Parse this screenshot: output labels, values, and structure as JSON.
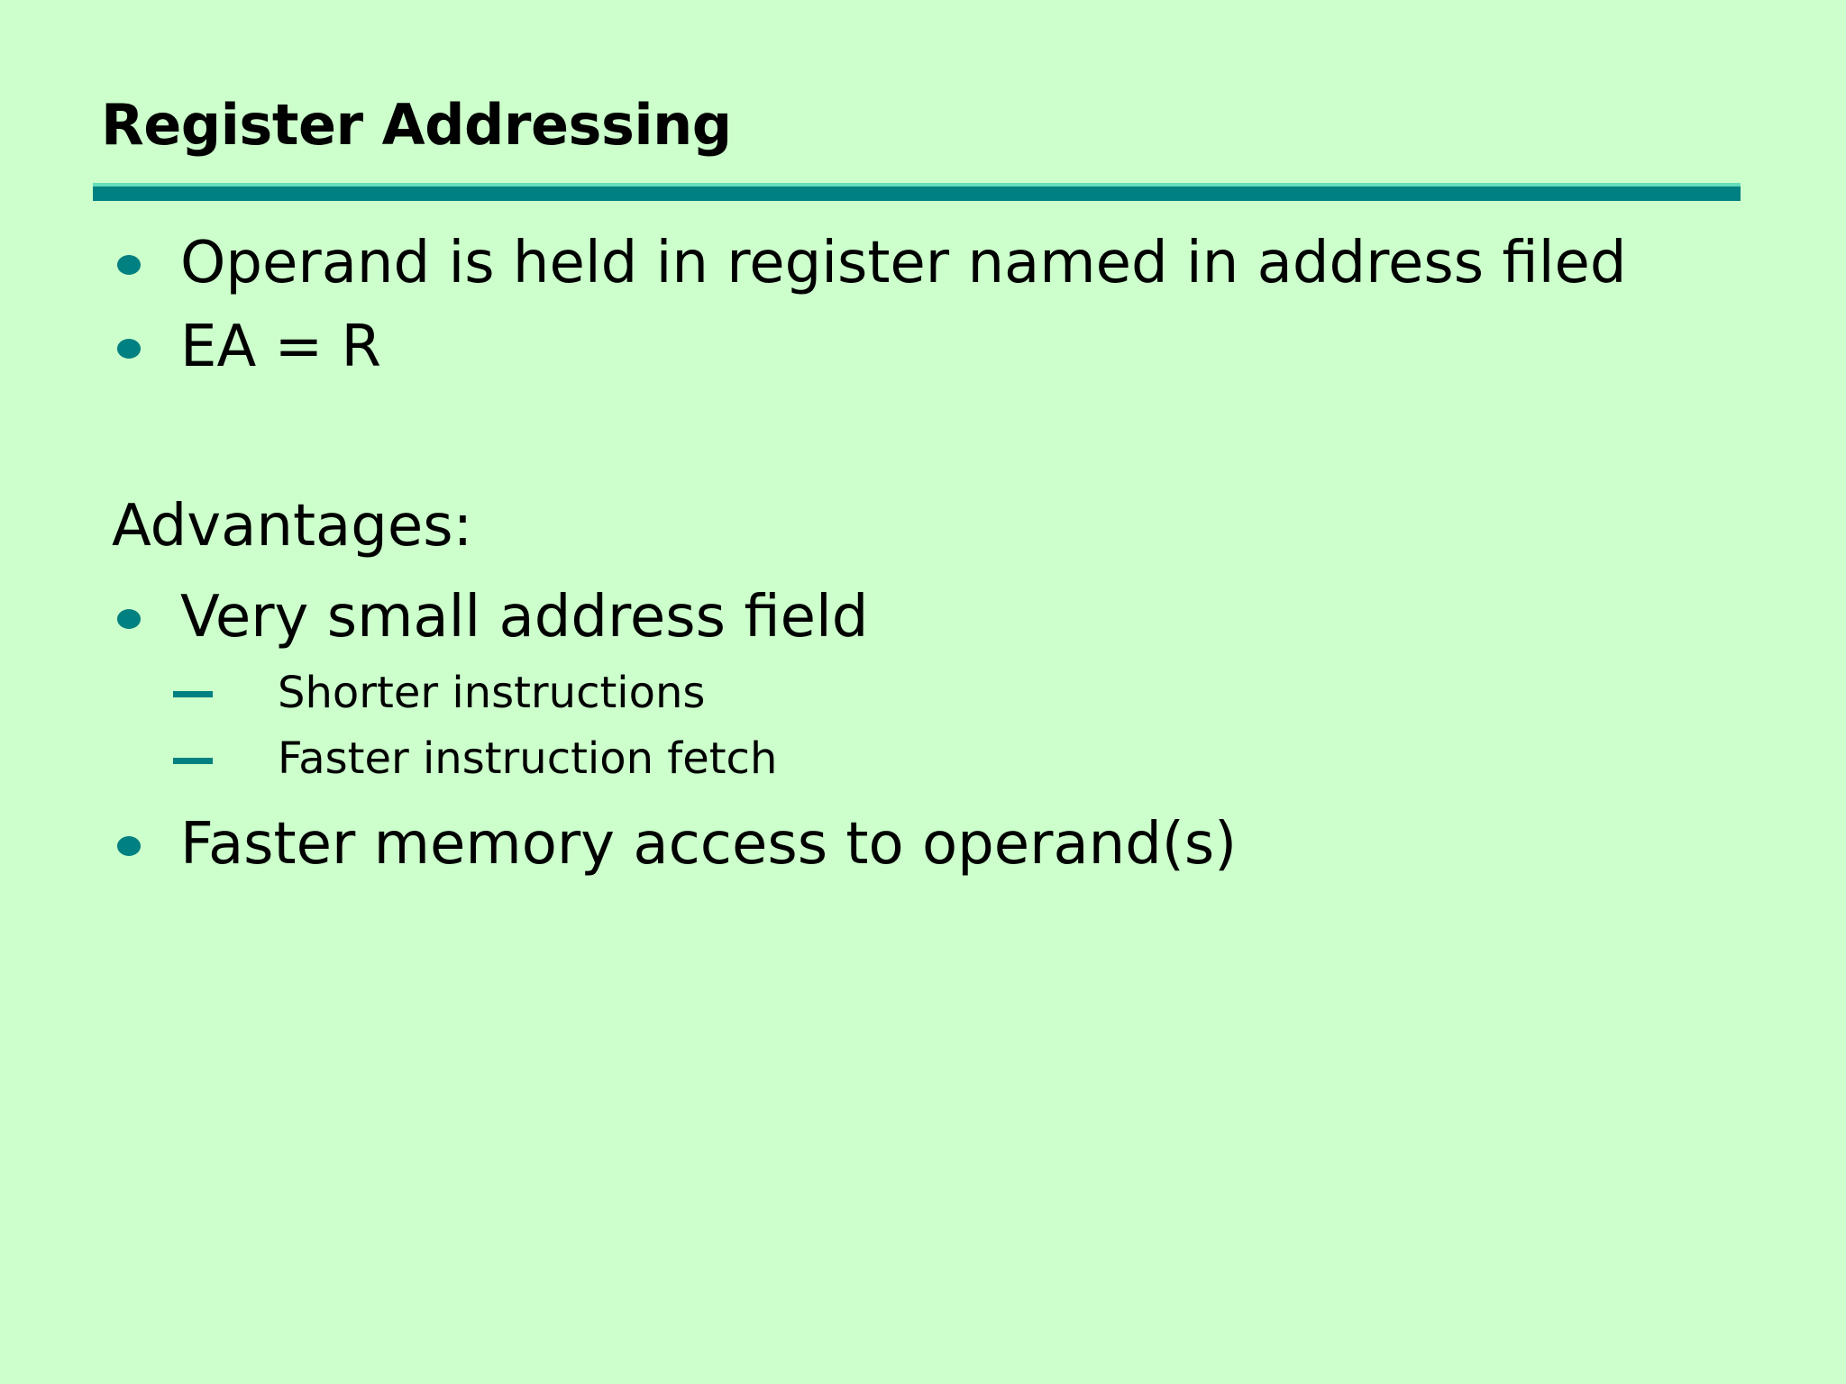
{
  "slide": {
    "title": "Register Addressing",
    "background_color": "#ccffcc",
    "accent_color": "#008080",
    "text_color": "#000000",
    "rule_highlight_color": "#66ddbb"
  },
  "content": {
    "items": [
      {
        "level": 1,
        "marker": "bullet",
        "text": "Operand is held in register named in address filed"
      },
      {
        "level": 1,
        "marker": "bullet",
        "text": "EA = R"
      },
      {
        "level": 0,
        "marker": "none",
        "text": "Advantages:"
      },
      {
        "level": 1,
        "marker": "bullet",
        "text": "Very small address field"
      },
      {
        "level": 2,
        "marker": "dash",
        "text": "Shorter instructions"
      },
      {
        "level": 2,
        "marker": "dash",
        "text": "Faster instruction fetch"
      },
      {
        "level": 1,
        "marker": "bullet",
        "text": "Faster memory access to operand(s)"
      }
    ],
    "bullet_1": "Operand is held in register named in address filed",
    "bullet_2": "EA = R",
    "heading_advantages": "Advantages:",
    "bullet_3": "Very small address field",
    "sub_1": "Shorter instructions",
    "sub_2": "Faster instruction fetch",
    "bullet_4": "Faster memory access to operand(s)"
  }
}
